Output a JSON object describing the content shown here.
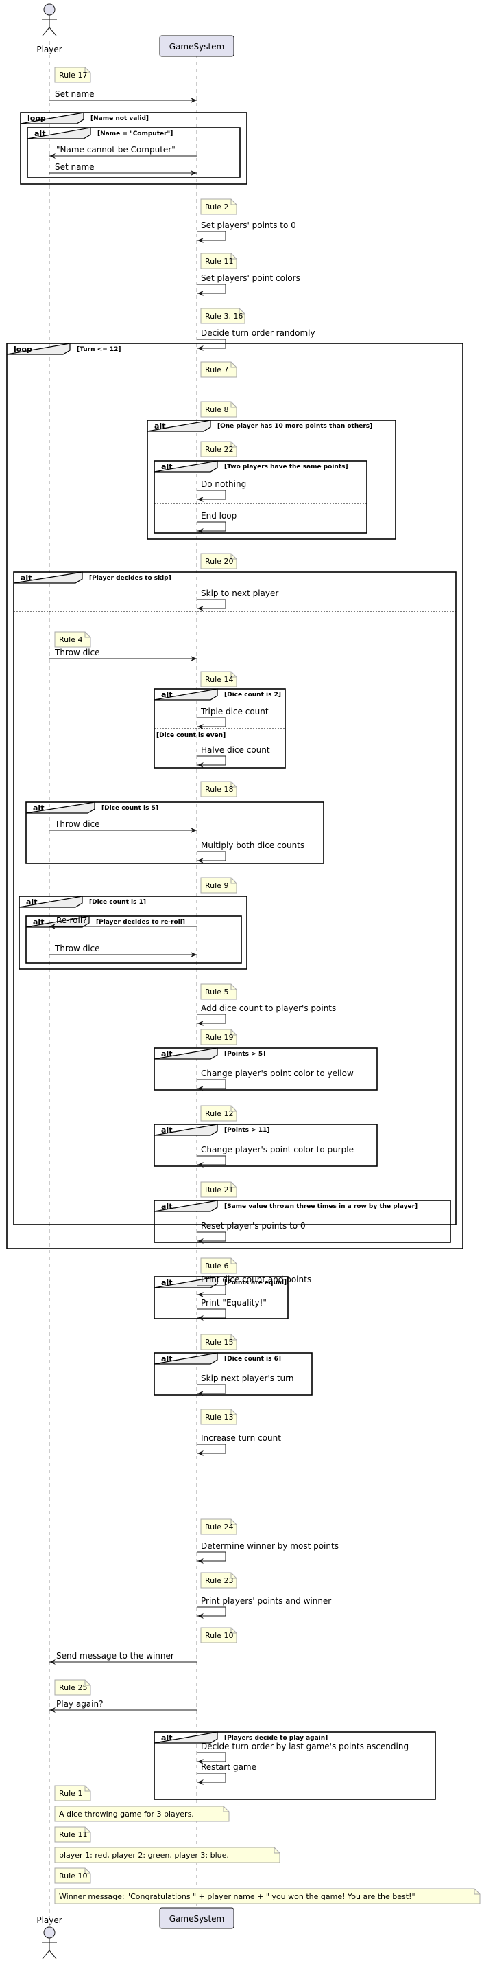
{
  "participants": {
    "player": "Player",
    "system": "GameSystem"
  },
  "notes": [
    "Rule 17",
    "Rule 2",
    "Rule 11",
    "Rule 3, 16",
    "Rule 7",
    "Rule 8",
    "Rule 22",
    "Rule 20",
    "Rule 4",
    "Rule 14",
    "Rule 18",
    "Rule 9",
    "Rule 5",
    "Rule 19",
    "Rule 12",
    "Rule 21",
    "Rule 6",
    "Rule 15",
    "Rule 13",
    "Rule 24",
    "Rule 23",
    "Rule 10",
    "Rule 25",
    "Rule 1",
    "A dice throwing game for 3 players.",
    "Rule 11",
    "player 1: red, player 2: green, player 3: blue.",
    "Rule 10",
    "Winner message: \"Congratulations \" + player name + \" you won the game! You are the best!\""
  ],
  "messages": [
    "Set name",
    "\"Name cannot be Computer\"",
    "Set name",
    "Set players' points to 0",
    "Set players' point colors",
    "Decide turn order randomly",
    "Do nothing",
    "End loop",
    "Skip to next player",
    "Throw dice",
    "Triple dice count",
    "Halve dice count",
    "Throw dice",
    "Multiply both dice counts",
    "Re-roll?",
    "Throw dice",
    "Add dice count to player's points",
    "Change player's point color to yellow",
    "Change player's point color to purple",
    "Reset player's points to 0",
    "Print dice count and points",
    "Print \"Equality!\"",
    "Skip next player's turn",
    "Increase turn count",
    "Determine winner by most points",
    "Print players' points and winner",
    "Send message to the winner",
    "Play again?",
    "Decide turn order by last game's points ascending",
    "Restart game"
  ],
  "frames": [
    {
      "kind": "loop",
      "guard": "[Name not valid]"
    },
    {
      "kind": "alt",
      "guard": "[Name = \"Computer\"]"
    },
    {
      "kind": "loop",
      "guard": "[Turn <= 12]"
    },
    {
      "kind": "alt",
      "guard": "[One player has 10 more points than others]"
    },
    {
      "kind": "alt",
      "guard": "[Two players have the same points]"
    },
    {
      "kind": "alt",
      "guard": "[Player decides to skip]"
    },
    {
      "kind": "alt",
      "guard": "[Dice count is 2]"
    },
    {
      "kind": "alt",
      "guard": "[Dice count is 5]"
    },
    {
      "kind": "alt",
      "guard": "[Dice count is 1]"
    },
    {
      "kind": "alt",
      "guard": "[Player decides to re-roll]"
    },
    {
      "kind": "alt",
      "guard": "[Points > 5]"
    },
    {
      "kind": "alt",
      "guard": "[Points > 11]"
    },
    {
      "kind": "alt",
      "guard": "[Same value thrown three times in a row by the player]"
    },
    {
      "kind": "alt",
      "guard": "[Points are equal]"
    },
    {
      "kind": "alt",
      "guard": "[Dice count is 6]"
    },
    {
      "kind": "alt",
      "guard": "[Players decide to play again]"
    }
  ],
  "else_guards": [
    "[Dice count is even]"
  ],
  "colors": {
    "note_fill": "#FEFFDD",
    "note_stroke": "#A8A8A8",
    "participant_fill": "#E2E2F0",
    "participant_stroke": "#181818",
    "lifeline": "#999999"
  }
}
